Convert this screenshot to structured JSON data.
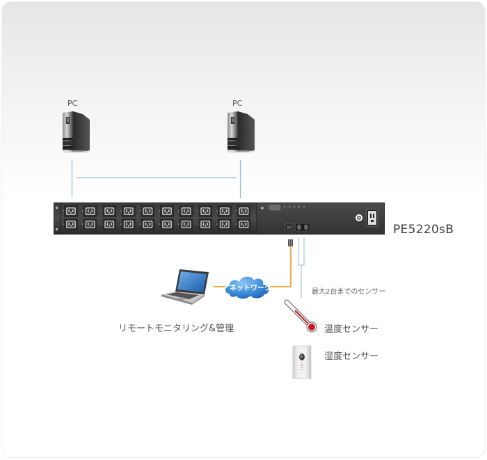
{
  "diagram": {
    "pcs": [
      {
        "label": "PC"
      },
      {
        "label": "PC"
      }
    ],
    "pdu": {
      "model": "PE5220sB",
      "outlet_rows": 2,
      "outlet_columns": 10
    },
    "network": {
      "cloud_label": "ネットワーク"
    },
    "remote": {
      "label": "リモートモニタリング&管理"
    },
    "sensors": {
      "note": "最大2台までのセンサー",
      "temperature_label": "温度センサー",
      "humidity_label": "湿度センサー"
    },
    "colors": {
      "network_cable": "#f0a030",
      "pc_cable": "#9ab8c8",
      "sensor_cable": "#a8c4d4",
      "cloud": "#2f7fc8",
      "thermo_red": "#d0161e",
      "model_text": "#3c3c3c"
    }
  }
}
